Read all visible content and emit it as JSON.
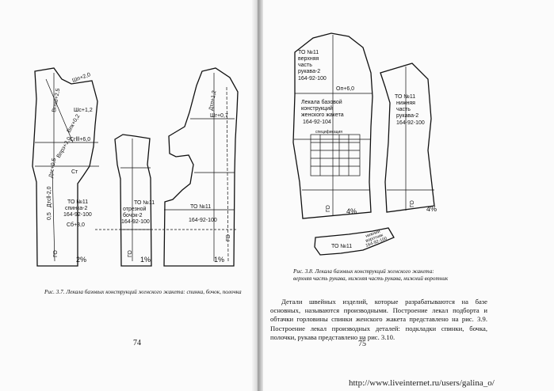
{
  "left_page": {
    "labels": {
      "shp": "Шп+2,0",
      "vrsh": "Вгпш+2,5",
      "shs": "Шс+1,2",
      "vpk": "Впк+0,2",
      "vprz": "Впрз+3,0",
      "cr": "Сгlll+6,0",
      "dts": "Дтс+0,5",
      "st": "Ст",
      "dtsii": "Дтсll-2,0",
      "zero5": "0,5",
      "sb": "Сб+3,0",
      "dtp": "Дтп+1,2",
      "shg": "Шг+0,7",
      "to_back": "ТО №11",
      "to_back2": "спинка-2",
      "to_back3": "164-92-100",
      "to_side": "ТО №11",
      "to_side2": "отрезной",
      "to_side3": "бочок-2",
      "to_side4": "164-92-100",
      "to_front": "ТО №11",
      "to_front2": "164-92-100",
      "pct1": "2%",
      "pct2": "1%",
      "pct3": "1%",
      "go": "ГО"
    },
    "caption": "Рис. 3.7. Лекала базовых конструкций женского жакета: спинка, бочок, полочка",
    "page_number": "74"
  },
  "right_page": {
    "labels": {
      "to_upper": "ТО №11",
      "to_upper2": "верхняя",
      "to_upper3": "часть",
      "to_upper4": "рукава-2",
      "to_upper5": "164-92-100",
      "op": "Оп+6,0",
      "lek1": "Лекала базовой",
      "lek2": "конструкций",
      "lek3": "женского жакета",
      "lek4": "164-92-104",
      "spec": "спецификация",
      "to_lower": "ТО №11",
      "to_lower2": "нижняя",
      "to_lower3": "часть",
      "to_lower4": "рукава-2",
      "to_lower5": "164-92-100",
      "pct_upper": "4%",
      "pct_lower": "4%",
      "to_collar": "ТО №11",
      "collar2": "нижний",
      "collar3": "воротник",
      "collar4": "164-92-100",
      "go": "ГО"
    },
    "caption_line1": "Рис. 3.8. Лекала базовых конструкций женского жакета:",
    "caption_line2": "верхняя часть рукава, нижняя часть рукава, нижний воротник",
    "body": "Детали швейных изделий, которые разрабатываются на базе основных, называются производными. Построение лекал подборта и обтачки горловины спинки женского жакета представлено на рис. 3.9. Построение лекал производных деталей: подкладки спинки, бочка, полочки, рукава представлено на рис. 3.10.",
    "page_number": "75"
  },
  "watermark": "http://www.liveinternet.ru/users/galina_o/"
}
